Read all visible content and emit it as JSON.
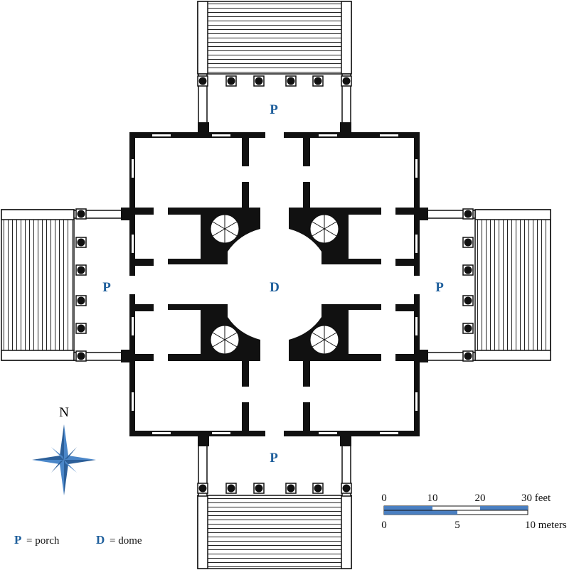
{
  "labels": {
    "porch": "P",
    "dome": "D"
  },
  "compass": {
    "letter": "N",
    "icon": "compass-rose-icon"
  },
  "scale": {
    "feet_ticks": [
      "0",
      "10",
      "20",
      "30 feet"
    ],
    "meter_ticks": [
      "0",
      "5",
      "10 meters"
    ]
  },
  "legend": {
    "porch_key": "P",
    "porch_text": "= porch",
    "dome_key": "D",
    "dome_text": "= dome"
  },
  "colors": {
    "wall": "#111111",
    "accent": "#1f5f9c",
    "compass": "#4a86c8"
  }
}
